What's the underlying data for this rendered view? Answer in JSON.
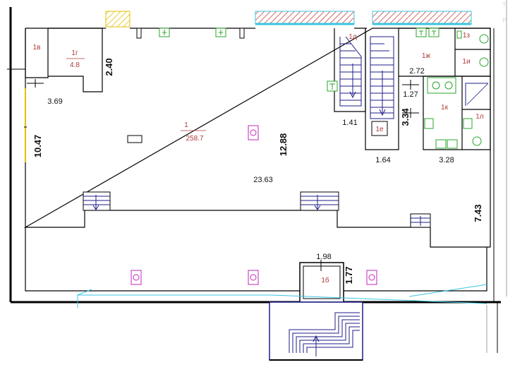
{
  "rooms": {
    "r1": {
      "label": "1",
      "area": "258.7"
    },
    "r1b": {
      "label": "1б"
    },
    "r1v": {
      "label": "1в"
    },
    "r1g": {
      "label": "1г",
      "area": "4.8"
    },
    "r1d": {
      "label": "1д"
    },
    "r1e": {
      "label": "1е"
    },
    "r1zh": {
      "label": "1ж"
    },
    "r1z": {
      "label": "1з"
    },
    "r1i": {
      "label": "1и"
    },
    "r1k": {
      "label": "1к"
    },
    "r1l": {
      "label": "1л"
    }
  },
  "dimensions": {
    "d_240": "2.40",
    "d_369": "3.69",
    "d_1047": "10.47",
    "d_1288": "12.88",
    "d_2363": "23.63",
    "d_141": "1.41",
    "d_334": "3.34",
    "d_164": "1.64",
    "d_272": "2.72",
    "d_127": "1.27",
    "d_328": "3.28",
    "d_743": "7.43",
    "d_198": "1.98",
    "d_177": "1.77"
  },
  "colors": {
    "wall": "#000000",
    "stair": "#1c1c8a",
    "room_label": "#b03a3a",
    "fixture_green": "#2aa52a",
    "fixture_magenta": "#c026b8",
    "window_cyan": "#38c6e0",
    "hatch_red": "#c83838",
    "door_yellow": "#f2d400"
  },
  "icons": [
    "column-icon",
    "sink-icon",
    "toilet-icon",
    "stair-arrow-icon",
    "radiator-icon"
  ]
}
